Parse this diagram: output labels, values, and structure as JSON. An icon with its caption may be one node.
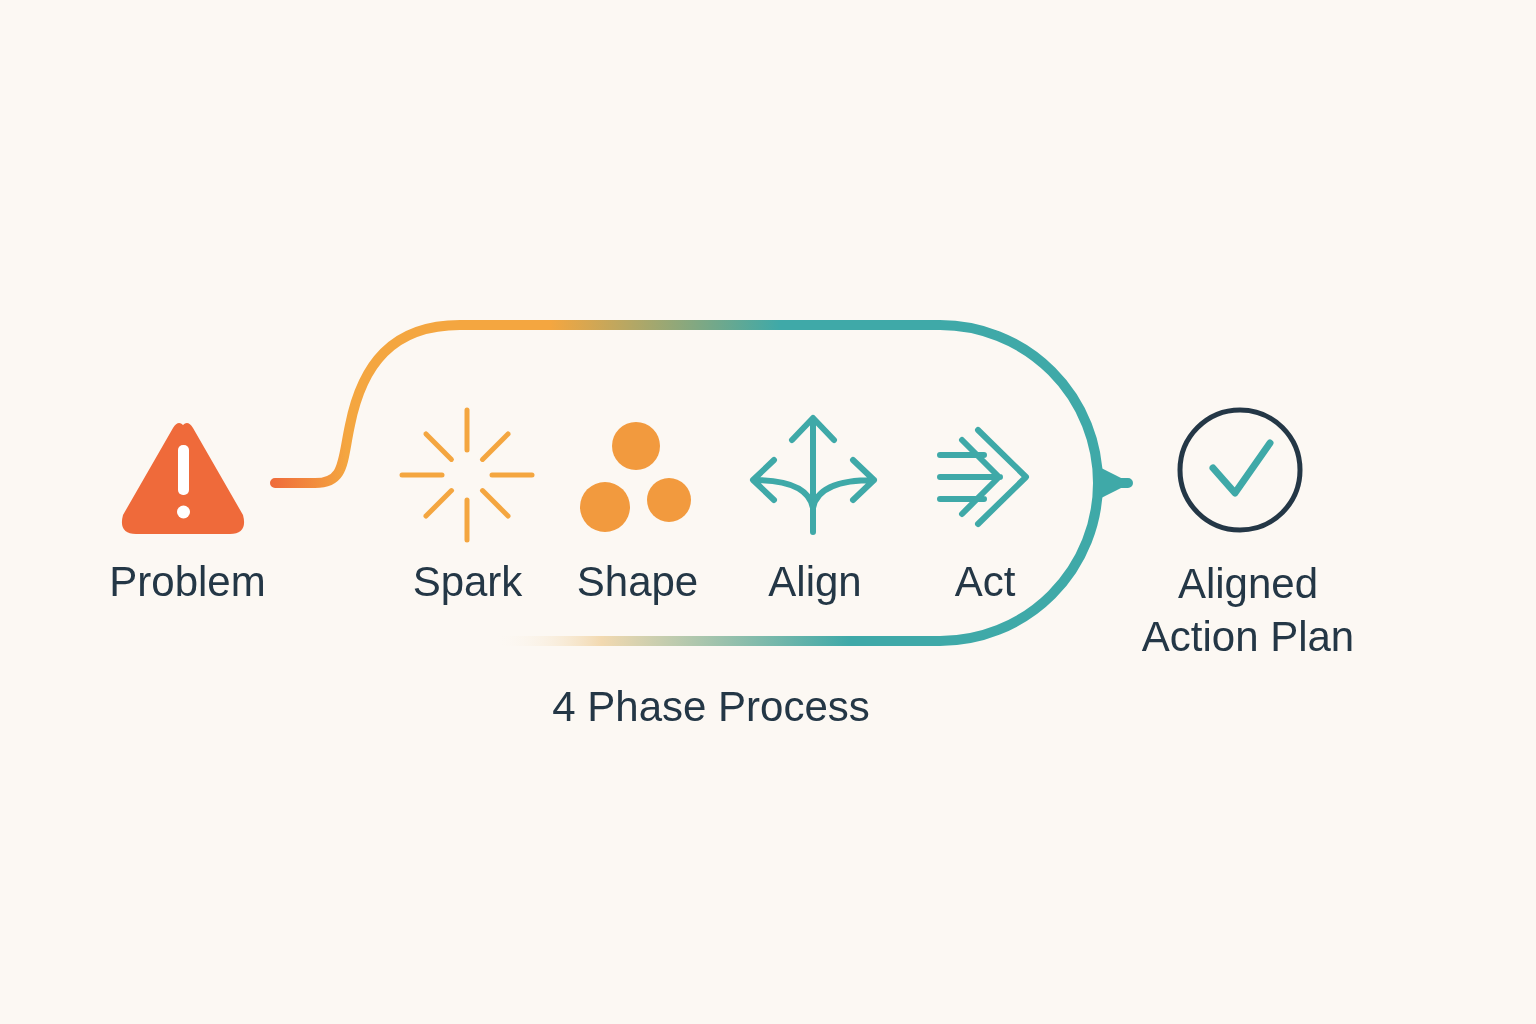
{
  "diagram": {
    "nodes": [
      {
        "text": [
          "Problem"
        ]
      },
      {
        "text": [
          "Spark"
        ]
      },
      {
        "text": [
          "Shape"
        ]
      },
      {
        "text": [
          "Align"
        ]
      },
      {
        "text": [
          "Act"
        ]
      },
      {
        "text": [
          "Aligned Action Plan"
        ]
      }
    ],
    "edges": [
      {
        "from": 0,
        "to": 5,
        "arrow": "to"
      }
    ],
    "labels": [
      "4 Phase Process"
    ]
  }
}
